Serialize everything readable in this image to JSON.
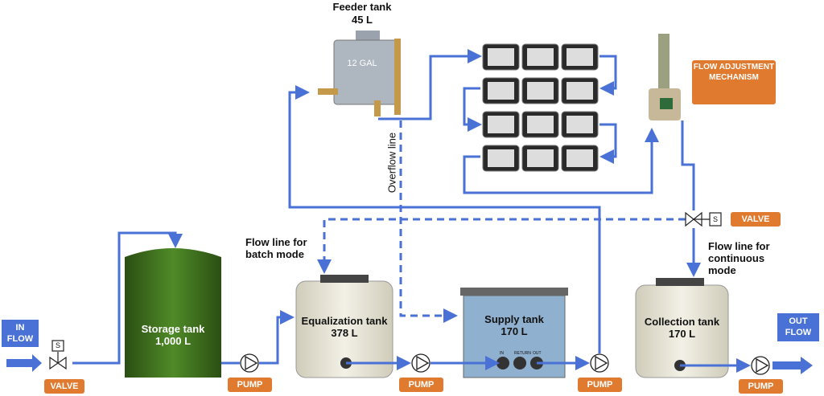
{
  "colors": {
    "pipe": "#4a72d6",
    "label": "#e07a2e",
    "storage": "#3c6b1e",
    "tank": "#e9e6d4",
    "supply": "#8fb0cf"
  },
  "feeder": {
    "title": "Feeder tank",
    "volume": "45 L",
    "tank_marking": "12 GAL"
  },
  "flow_adjust": "FLOW ADJUSTMENT MECHANISM",
  "overflow": "Overflow line",
  "batch": "Flow line for batch mode",
  "continuous": "Flow line for continuous mode",
  "in_flow": "IN FLOW",
  "out_flow": "OUT FLOW",
  "valve": "VALVE",
  "valve_symbol": "S",
  "pump": "PUMP",
  "storage": {
    "name": "Storage tank",
    "volume": "1,000 L"
  },
  "equalization": {
    "name": "Equalization tank",
    "volume": "378 L"
  },
  "supply": {
    "name": "Supply tank",
    "volume": "170 L",
    "ports": [
      "IN",
      "RETURN",
      "OUT"
    ]
  },
  "collection": {
    "name": "Collection tank",
    "volume": "170 L"
  }
}
